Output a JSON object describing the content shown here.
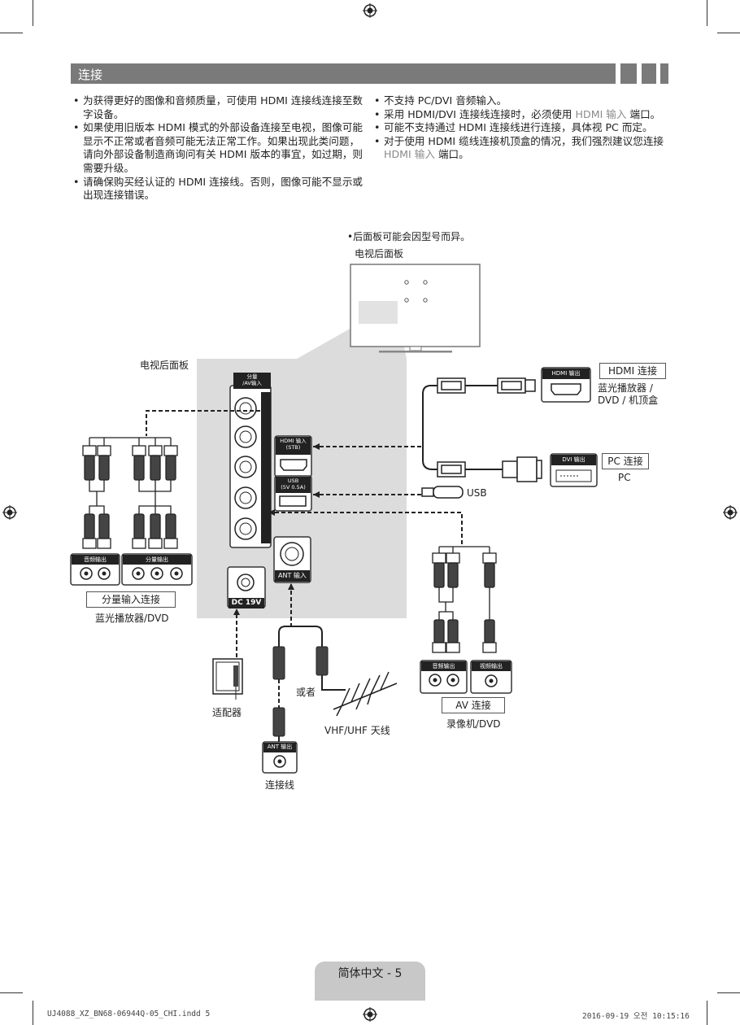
{
  "section_title": "连接",
  "left_bullets": [
    "为获得更好的图像和音频质量，可使用 HDMI 连接线连接至数字设备。",
    "如果使用旧版本 HDMI 模式的外部设备连接至电视，图像可能显示不正常或者音频可能无法正常工作。如果出现此类问题，请向外部设备制造商询问有关 HDMI 版本的事宜，如过期，则需要升级。",
    "请确保购买经认证的 HDMI 连接线。否则，图像可能不显示或出现连接错误。"
  ],
  "right_bullets": [
    {
      "pre": "不支持 PC/DVI 音频输入。",
      "hl": "",
      "post": ""
    },
    {
      "pre": "采用 HDMI/DVI 连接线连接时，必须使用 ",
      "hl": "HDMI 输入",
      "post": " 端口。"
    },
    {
      "pre": "可能不支持通过 HDMI 连接线进行连接，具体视 PC 而定。",
      "hl": "",
      "post": ""
    },
    {
      "pre": "对于使用 HDMI 缆线连接机顶盒的情况，我们强烈建议您连接 ",
      "hl": "HDMI 输入",
      "post": " 端口。"
    }
  ],
  "diagram": {
    "note": "•后面板可能会因型号而异。",
    "tv_rear_label_top": "电视后面板",
    "tv_rear_label_left": "电视后面板",
    "panel_component_label": "分量\n/AV输入",
    "hdmi_in_label": "HDMI 输入\n(STB)",
    "usb_label": "USB\n(5V 0.5A)",
    "ant_in_label": "ANT 输入",
    "dc_label": "DC 19V",
    "hdmi_out_label": "HDMI 输出",
    "dvi_out_label": "DVI 输出",
    "audio_out_label": "音频输出",
    "component_out_label": "分量输出",
    "video_out_label": "视频输出",
    "ant_out_label": "ANT 输出",
    "hdmi_conn_box": "HDMI 连接",
    "hdmi_devices": "蓝光播放器 /\nDVD / 机顶盒",
    "pc_conn_box": "PC 连接",
    "pc_label": "PC",
    "usb_text": "USB",
    "component_box": "分量输入连接",
    "component_devices": "蓝光播放器/DVD",
    "av_box": "AV 连接",
    "av_devices": "录像机/DVD",
    "adapter": "适配器",
    "or_text": "或者",
    "antenna": "VHF/UHF 天线",
    "cable": "连接线"
  },
  "footer": "简体中文 - 5",
  "slug_left": "UJ4088_XZ_BN68-06944Q-05_CHI.indd   5",
  "slug_right": "2016-09-19   오전 10:15:16"
}
